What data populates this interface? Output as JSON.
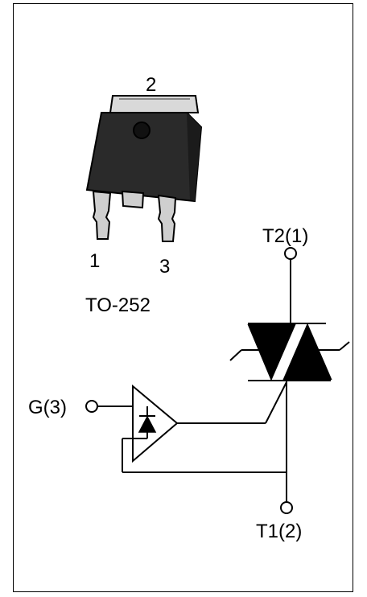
{
  "package": {
    "name": "TO-252",
    "pins": {
      "pin1": "1",
      "pin2": "2",
      "pin3": "3"
    }
  },
  "schematic": {
    "terminals": {
      "t2": "T2(1)",
      "t1": "T1(2)",
      "gate": "G(3)"
    }
  },
  "colors": {
    "body": "#2b2b2b",
    "lead": "#cfcfcf",
    "line": "#000000"
  }
}
